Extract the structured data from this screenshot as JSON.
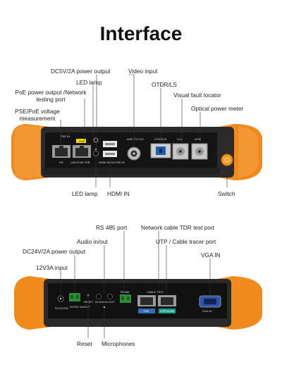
{
  "title": "Interface",
  "top_panel": {
    "labels": {
      "dc_power": "DC5V/2A power output",
      "video_input": "Video input",
      "led_lamp_top": "LED lamp",
      "otdr": "OTDR/LS",
      "poe_output": "PoE power output /Network testing port",
      "vfl": "Visual fault locator",
      "pse_voltage": "PSE/PoE voltage measurement",
      "opm": "Optical power meter",
      "led_lamp_bottom": "LED lamp",
      "hdmi_in": "HDMI IN",
      "switch": "Switch"
    },
    "port_texts": {
      "pse_in": "PSE IN",
      "poe": "PoE",
      "pd": "PD",
      "lan_rj45_tdr": "LAN RJ45 TDR",
      "dc5v": "DC5V/2A OUT",
      "hdmi_io": "HDMI IN/OUT/HD IN",
      "ahd": "AHD TVI CVI",
      "otdr_ls": "OTDR/LS",
      "vls": "VLS",
      "opm": "OPM"
    }
  },
  "bottom_panel": {
    "labels": {
      "rs485": "RS 485 port",
      "tdr_test": "Network cable TDR test port",
      "audio_io": "Audio in/out",
      "utp_tracer": "UTP / Cable tracer port",
      "dc24v": "DC24V/2A power output",
      "vga_in": "VGA IN",
      "input_12v": "12V3A input",
      "reset": "Reset",
      "microphones": "Microphones"
    },
    "port_texts": {
      "dc12v": "DC12V/3A",
      "dc24v": "DC24V 2A/OUT",
      "reset": "RESET",
      "audio": "IN-AUDIO-OUT",
      "rs485": "RS485",
      "cable_test": "CABLE TEST",
      "tdr": "TDR",
      "utp": "UTP/SCAN",
      "vga": "VGA IN"
    }
  },
  "colors": {
    "orange": "#f08a1c",
    "panel": "#1c1c1c",
    "green": "#2e8b3a",
    "blue": "#2f6fb5",
    "teal": "#1aa08a",
    "yellow": "#f5d800"
  }
}
